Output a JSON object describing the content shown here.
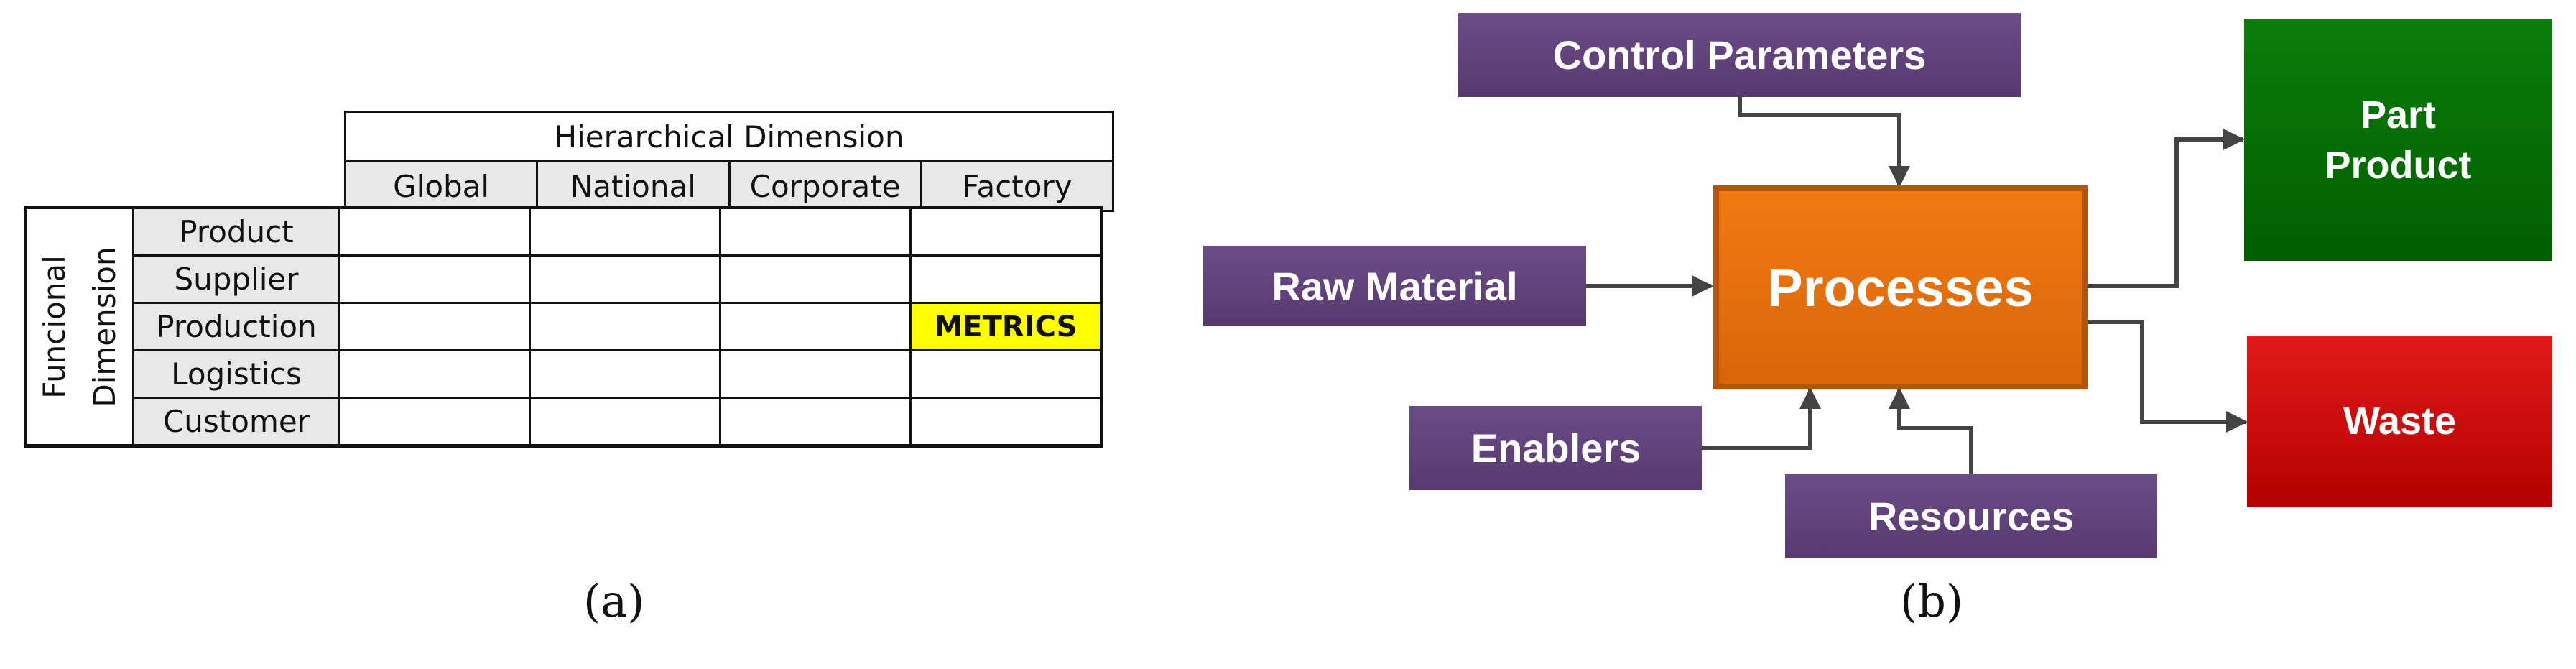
{
  "panel_a": {
    "caption": "(a)",
    "header": {
      "title": "Hierarchical Dimension",
      "columns": [
        "Global",
        "National",
        "Corporate",
        "Factory"
      ]
    },
    "row_dimension_lines": [
      "Funcional",
      "Dimension"
    ],
    "rows": [
      "Product",
      "Supplier",
      "Production",
      "Logistics",
      "Customer"
    ],
    "highlight": {
      "row": "Production",
      "column": "Factory",
      "text": "METRICS",
      "color": "#ffff00"
    }
  },
  "panel_b": {
    "caption": "(b)",
    "nodes": {
      "control_parameters": "Control Parameters",
      "raw_material": "Raw Material",
      "processes": "Processes",
      "enablers": "Enablers",
      "resources": "Resources",
      "part_product_line1": "Part",
      "part_product_line2": "Product",
      "waste": "Waste"
    },
    "colors": {
      "input_boxes": "#5f4179",
      "process_box": "#e8700e",
      "output_good": "#006b00",
      "output_waste": "#d40c0c",
      "arrows": "#444444"
    }
  }
}
